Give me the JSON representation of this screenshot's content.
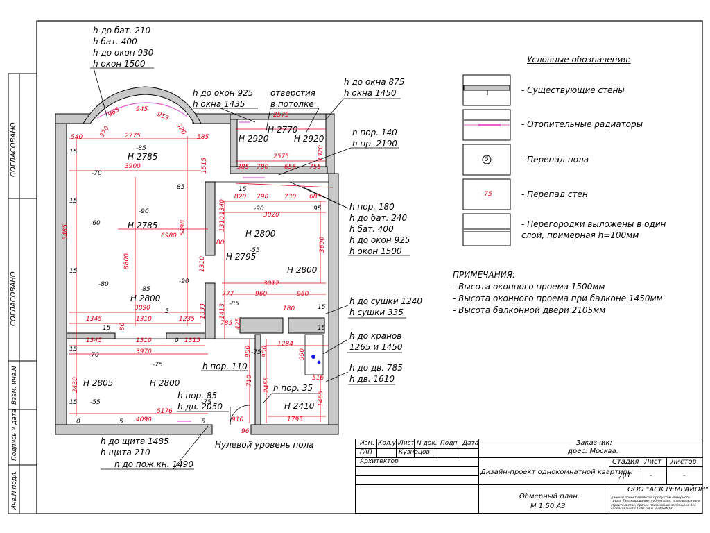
{
  "side_stamp": {
    "agreed_1": "СОГЛАСОВАНО",
    "agreed_2": "СОГЛАСОВАНО",
    "vzam_inv": "Взам. инв.N",
    "podpis_data": "Подпись и дата",
    "inv_podl": "Инв.N подл."
  },
  "annotations_left": {
    "top_group": [
      "h до бат. 210",
      "h бат. 400",
      "h до окон 930",
      "h окон 1500"
    ],
    "mid_group": [
      "h до окон 925",
      "h окна 1435"
    ],
    "ceiling": [
      "отверстия",
      "в потолке"
    ],
    "window_right": [
      "h до окна 875",
      "h окна 1450"
    ],
    "por_group": [
      "h пор. 140",
      "h пр. 2190"
    ],
    "kitchen_group": [
      "h пор. 180",
      "h до бат. 240",
      "h бат. 400",
      "h до окон 925",
      "h окон 1500"
    ],
    "dryer": [
      "h до сушки 1240",
      "h сушки 335"
    ],
    "taps": [
      "h до кранов",
      "1265 и 1450"
    ],
    "door_right": [
      "h до дв. 785",
      "h дв. 1610"
    ],
    "por_110": "h пор. 110",
    "por_35": "h пор. 35",
    "por_85": [
      "h пор. 85",
      "h дв. 2050"
    ],
    "shield": [
      "h до щита 1485",
      "h щита 210",
      "h до пож.кн. 1490"
    ],
    "zero_level": "Нулевой уровень пола"
  },
  "room_heights": {
    "h2785a": "H 2785",
    "h2785b": "H 2785",
    "h2800a": "H 2800",
    "h2800b": "H 2800",
    "h2795": "H 2795",
    "h2800c": "H 2800",
    "h2805": "H 2805",
    "h2800d": "H 2800",
    "h2410": "H 2410",
    "h2770": "H 2770",
    "h2920a": "H 2920",
    "h2920b": "H 2920"
  },
  "dimensions": {
    "d210": "",
    "d540": "540",
    "d370": "370",
    "d965": "965",
    "d945": "945",
    "d953": "953",
    "d320": "320",
    "d585": "585",
    "d2775": "2775",
    "d3900": "3900",
    "d1515": "1515",
    "d2575a": "2575",
    "d2575b": "2575",
    "d385": "385",
    "d780": "780",
    "d656": "656",
    "d755": "755",
    "d1320": "1320",
    "d680": "680",
    "d820": "820",
    "d790": "790",
    "d730": "730",
    "d3020": "3020",
    "d5485": "5485",
    "d5498": "5498",
    "d6980": "6980",
    "d8800": "8800",
    "d1340": "1340",
    "d1310a": "1310",
    "d1310b": "1310",
    "d3600": "3600",
    "d3012": "3012",
    "d777": "777",
    "d960a": "960",
    "d960b": "960",
    "d180": "180",
    "d3890": "3890",
    "d1345a": "1345",
    "d1310c": "1310",
    "d1235": "1235",
    "d1333": "1333",
    "d1413": "1413",
    "d785": "785",
    "d425": "425",
    "d1345b": "1345",
    "d1310d": "1310",
    "d1315": "1315",
    "d1284": "1284",
    "d990": "990",
    "d3970": "3970",
    "d900a": "900",
    "d900b": "900",
    "d2430": "2430",
    "d2455": "2455",
    "d710": "710",
    "d516": "516",
    "d1465": "1465",
    "d5176": "5176",
    "d4090": "4090",
    "d910": "910",
    "d1795": "1795",
    "d96": "96",
    "d80a": "80",
    "d80b": "80"
  },
  "floor_marks": {
    "m85a": "-85",
    "m85b": "85",
    "m70a": "-70",
    "m60": "-60",
    "m90a": "-90",
    "m90b": "-90",
    "m95a": "95",
    "m55a": "-55",
    "m80": "-80",
    "m85c": "-85",
    "m90c": "-90",
    "m85d": "-85",
    "m75a": "-75",
    "m70b": "-70",
    "m75b": "-75",
    "m75c": "-75",
    "m55b": "-55",
    "m15a": "15",
    "m15b": "15",
    "m15c": "15",
    "m15d": "15",
    "m15e": "15",
    "m15f": "15",
    "m15g": "15",
    "m5a": "5",
    "m5b": "5",
    "m5c": "5",
    "m0a": "0",
    "m0b": "0",
    "m15h": "15",
    "m15i": "15"
  },
  "legend": {
    "title": "Условные обозначения:",
    "items": [
      "- Существующие стены",
      "- Отопительные радиаторы",
      "- Перепад пола",
      "- Перепад стен",
      "- Перегородки выложены в один",
      "слой, примерная h=100мм"
    ],
    "symbol_floor": "5",
    "symbol_wall": "-75"
  },
  "notes": {
    "title": "ПРИМЕЧАНИЯ:",
    "items": [
      "- Высота оконного проема 1500мм",
      "- Высота оконного проема при балконе 1450мм",
      "- Высота балконной двери 2105мм"
    ]
  },
  "title_block": {
    "col_izm": "Изм.",
    "col_kol": "Кол.уч",
    "col_list": "Лист",
    "col_ndok": "N док.",
    "col_podp": "Подп.",
    "col_data": "Дата",
    "gap": "ГАП",
    "gap_name": "Кузнецов",
    "arch": "Архитектор",
    "customer": "Заказчик:",
    "address": "дрес: Москва.",
    "project": "Дизайн-проект однокомнатной квартиры",
    "stage_h": "Стадия",
    "sheet_h": "Лист",
    "sheets_h": "Листов",
    "stage": "ДП",
    "sheet": "-",
    "sheets": "-",
    "drawing": "Обмерный план.",
    "scale": "М 1:50 А3",
    "company": "ООО \"АСК РЕМРАЙОН\"",
    "company_small": "Данный проект является продуктом обмерного труда. Тиражирование, публикация, использование в строительстве, прочее применение запрещено без согласования с ООО \"АСК РЕМРАЙОН\"."
  },
  "colors": {
    "line": "#000000",
    "dim": "#e0001a",
    "wall": "#bdbdbd",
    "radiator": "#e060d0",
    "tap": "#1a20e0"
  }
}
